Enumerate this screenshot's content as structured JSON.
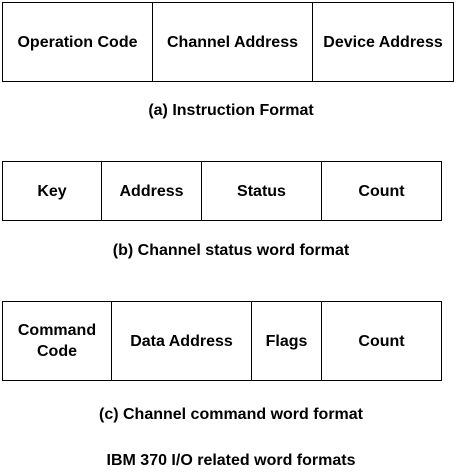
{
  "diagram": {
    "title": "IBM 370 I/O related word formats",
    "formats": [
      {
        "id": "instruction",
        "caption": "(a) Instruction Format",
        "fields": [
          "Operation Code",
          "Channel Address",
          "Device Address"
        ]
      },
      {
        "id": "csw",
        "caption": "(b) Channel status word format",
        "fields": [
          "Key",
          "Address",
          "Status",
          "Count"
        ]
      },
      {
        "id": "ccw",
        "caption": "(c) Channel command word format",
        "fields": [
          "Command\nCode",
          "Data Address",
          "Flags",
          "Count"
        ]
      }
    ]
  },
  "colors": {
    "border": "#000000",
    "background": "#ffffff",
    "text": "#000000"
  }
}
